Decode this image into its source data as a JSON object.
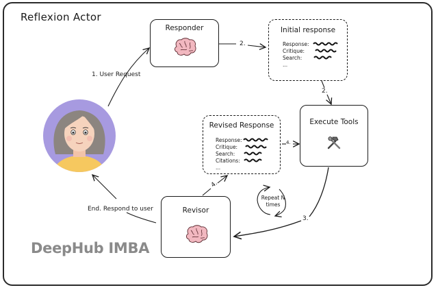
{
  "diagram": {
    "title": "Reflexion Actor",
    "nodes": {
      "responder": {
        "label": "Responder",
        "icon": "brain-icon"
      },
      "initial_response": {
        "label": "Initial response",
        "fields": [
          "Response:",
          "Critique:",
          "Search:",
          "..."
        ]
      },
      "execute_tools": {
        "label": "Execute Tools",
        "icon": "hammer-wrench-icon"
      },
      "revised_response": {
        "label": "Revised Response",
        "fields": [
          "Response:",
          "Critique:",
          "Search:",
          "Citations:",
          "..."
        ]
      },
      "revisor": {
        "label": "Revisor",
        "icon": "brain-icon"
      },
      "user": {
        "icon": "user-avatar"
      }
    },
    "edges": {
      "user_request": "1. User Request",
      "to_initial": "2.",
      "to_execute": "2.",
      "to_revisor": "3.",
      "to_revised": "4.",
      "revised_to_tools": "4.",
      "respond": "End. Respond to user",
      "repeat": "Repeat N times"
    },
    "watermark": "DeepHub IMBA",
    "colors": {
      "brain": "#f2b8c0",
      "avatar_bg": "#a79ae0",
      "hair": "#8c8580",
      "shirt": "#f6c85f",
      "watermark": "#8a8a8a"
    }
  }
}
